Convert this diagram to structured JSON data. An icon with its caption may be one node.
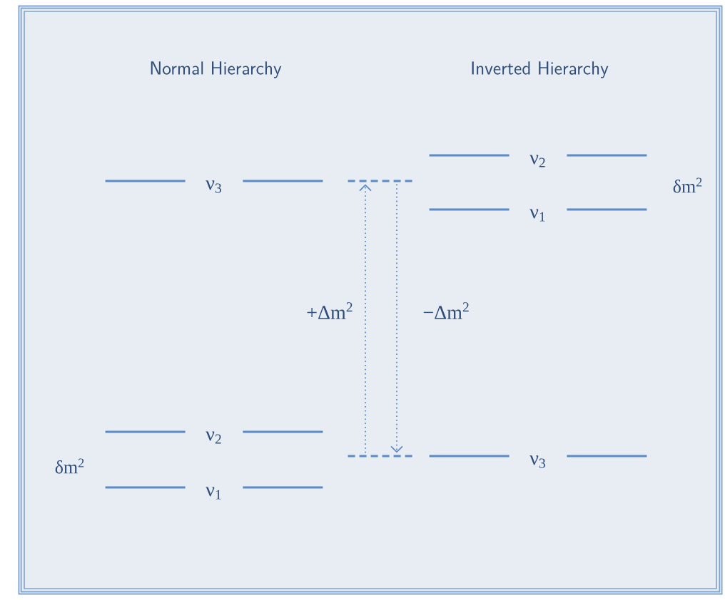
{
  "diagram": {
    "nodes": [
      {
        "text": [
          "ν$_{3}$"
        ]
      },
      {
        "text": [
          "ν$_{2}$"
        ]
      },
      {
        "text": [
          "ν$_{1}$"
        ]
      },
      {
        "text": [
          "ν$_{2}$"
        ]
      },
      {
        "text": [
          "ν$_{1}$"
        ]
      },
      {
        "text": [
          "ν$_{3}$"
        ]
      },
      {
        "text": [],
        "shape": "bar"
      },
      {
        "text": [],
        "shape": "bar"
      }
    ],
    "edges": [
      {
        "from": 7,
        "to": 6,
        "arrow": "to",
        "style": "dashed",
        "label": "+Δm$^{2}$"
      },
      {
        "from": 6,
        "to": 7,
        "arrow": "to",
        "style": "dashed",
        "label": "−Δm$^{2}$"
      }
    ],
    "labels": [
      "Normal Hierarchy",
      "Inverted Hierarchy",
      "δm$^{2}$",
      "δm$^{2}$"
    ]
  }
}
